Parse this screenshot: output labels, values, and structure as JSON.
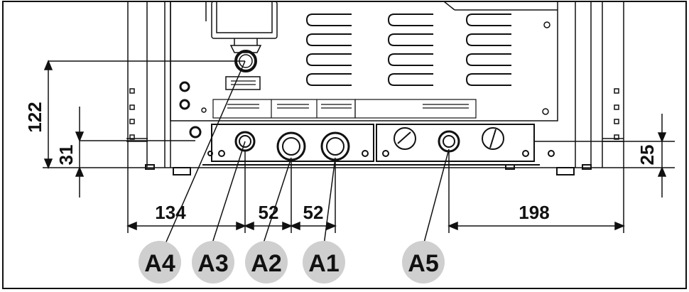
{
  "dimensions": {
    "d122": "122",
    "d31": "31",
    "d134": "134",
    "d52a": "52",
    "d52b": "52",
    "d198": "198",
    "d25": "25"
  },
  "callouts": [
    {
      "label": "A4"
    },
    {
      "label": "A3"
    },
    {
      "label": "A2"
    },
    {
      "label": "A1"
    },
    {
      "label": "A5"
    }
  ],
  "colors": {
    "line": "#111111",
    "callout_fill": "#cfcfcf",
    "background": "#ffffff"
  }
}
